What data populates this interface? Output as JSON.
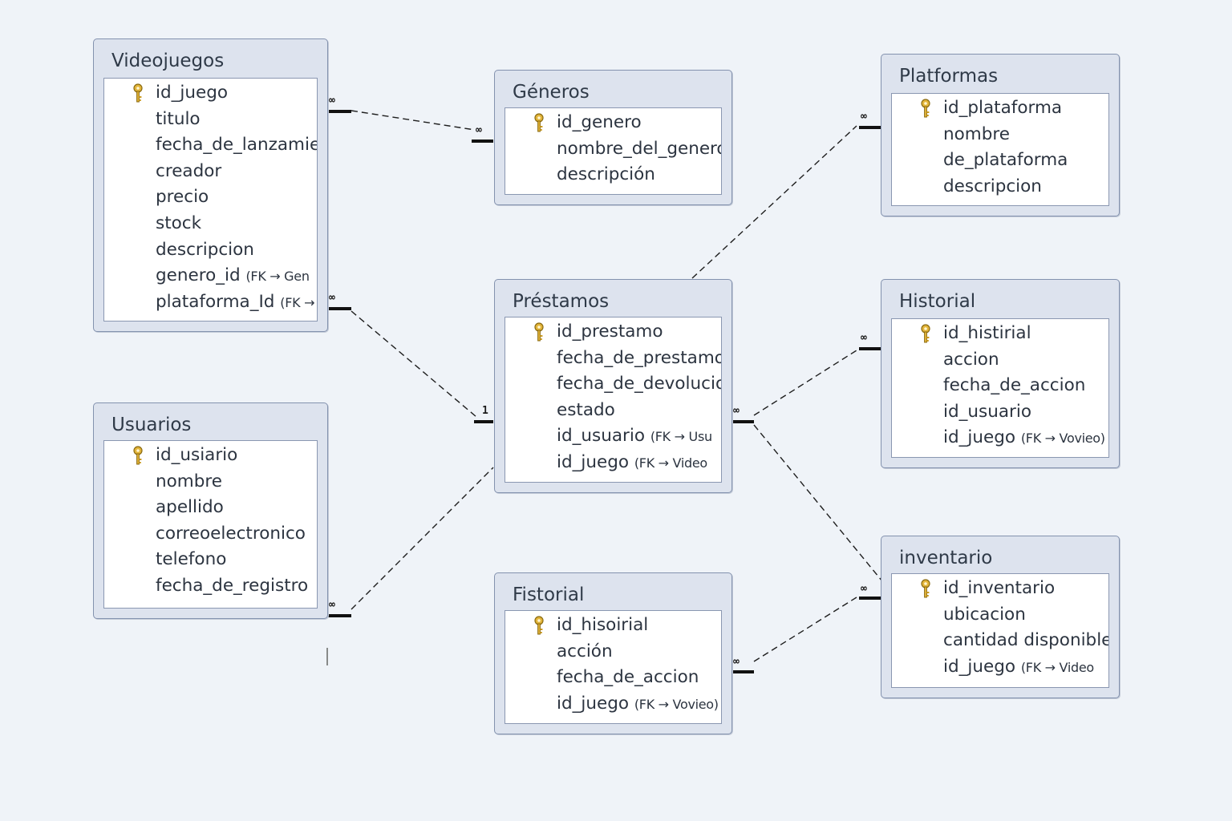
{
  "tables": {
    "videojuegos": {
      "title": "Videojuegos",
      "fields": [
        {
          "name": "id_juego",
          "pk": true
        },
        {
          "name": "titulo"
        },
        {
          "name": "fecha_de_lanzamien"
        },
        {
          "name": "creador"
        },
        {
          "name": "precio"
        },
        {
          "name": "stock"
        },
        {
          "name": "descripcion"
        },
        {
          "name": "genero_id",
          "fk": "(FK → Gen"
        },
        {
          "name": "plataforma_Id",
          "fk": "(FK →"
        }
      ]
    },
    "generos": {
      "title": "Géneros",
      "fields": [
        {
          "name": "id_genero",
          "pk": true
        },
        {
          "name": "nombre_del_genero"
        },
        {
          "name": "descripción"
        }
      ]
    },
    "platformas": {
      "title": "Platformas",
      "fields": [
        {
          "name": "id_plataforma",
          "pk": true
        },
        {
          "name": "nombre"
        },
        {
          "name": "de_plataforma"
        },
        {
          "name": "descripcion"
        }
      ]
    },
    "prestamos": {
      "title": "Préstamos",
      "fields": [
        {
          "name": "id_prestamo",
          "pk": true
        },
        {
          "name": "fecha_de_prestamo"
        },
        {
          "name": "fecha_de_devolucion"
        },
        {
          "name": "estado"
        },
        {
          "name": "id_usuario",
          "fk": "(FK → Usu"
        },
        {
          "name": "id_juego",
          "fk": "(FK → Video"
        }
      ]
    },
    "historial": {
      "title": "Historial",
      "fields": [
        {
          "name": "id_histirial",
          "pk": true
        },
        {
          "name": "accion"
        },
        {
          "name": "fecha_de_accion"
        },
        {
          "name": "id_usuario"
        },
        {
          "name": "id_juego",
          "fk": "(FK → Vovieo)"
        }
      ]
    },
    "usuarios": {
      "title": "Usuarios",
      "fields": [
        {
          "name": "id_usiario",
          "pk": true
        },
        {
          "name": "nombre"
        },
        {
          "name": "apellido"
        },
        {
          "name": "correoelectronico"
        },
        {
          "name": "telefono"
        },
        {
          "name": "fecha_de_registro"
        }
      ]
    },
    "fistorial": {
      "title": "Fistorial",
      "fields": [
        {
          "name": "id_hisoirial",
          "pk": true
        },
        {
          "name": "acción"
        },
        {
          "name": "fecha_de_accion"
        },
        {
          "name": "id_juego",
          "fk": "(FK → Vovieo)"
        }
      ]
    },
    "inventario": {
      "title": "inventario",
      "fields": [
        {
          "name": "id_inventario",
          "pk": true
        },
        {
          "name": "ubicacion"
        },
        {
          "name": "cantidad disponibles"
        },
        {
          "name": "id_juego",
          "fk": "(FK → Video"
        }
      ]
    }
  },
  "relationships": [
    {
      "from": "videojuegos",
      "to": "generos",
      "from_label": "∞",
      "to_label": "∞"
    },
    {
      "from": "videojuegos",
      "to": "prestamos",
      "from_label": "∞",
      "to_label": "1"
    },
    {
      "from": "prestamos",
      "to": "platformas",
      "from_label": "",
      "to_label": "∞"
    },
    {
      "from": "prestamos",
      "to": "historial",
      "from_label": "∞",
      "to_label": "∞"
    },
    {
      "from": "prestamos",
      "to": "inventario",
      "from_label": "",
      "to_label": ""
    },
    {
      "from": "usuarios",
      "to": "prestamos",
      "from_label": "∞",
      "to_label": ""
    },
    {
      "from": "fistorial",
      "to": "inventario",
      "from_label": "∞",
      "to_label": "∞"
    }
  ],
  "colors": {
    "background": "#eff3f8",
    "table_frame": "#dde3ee",
    "table_border": "#8392ae",
    "key_icon": "#e3b53a",
    "connector": "#1e1e1e"
  }
}
